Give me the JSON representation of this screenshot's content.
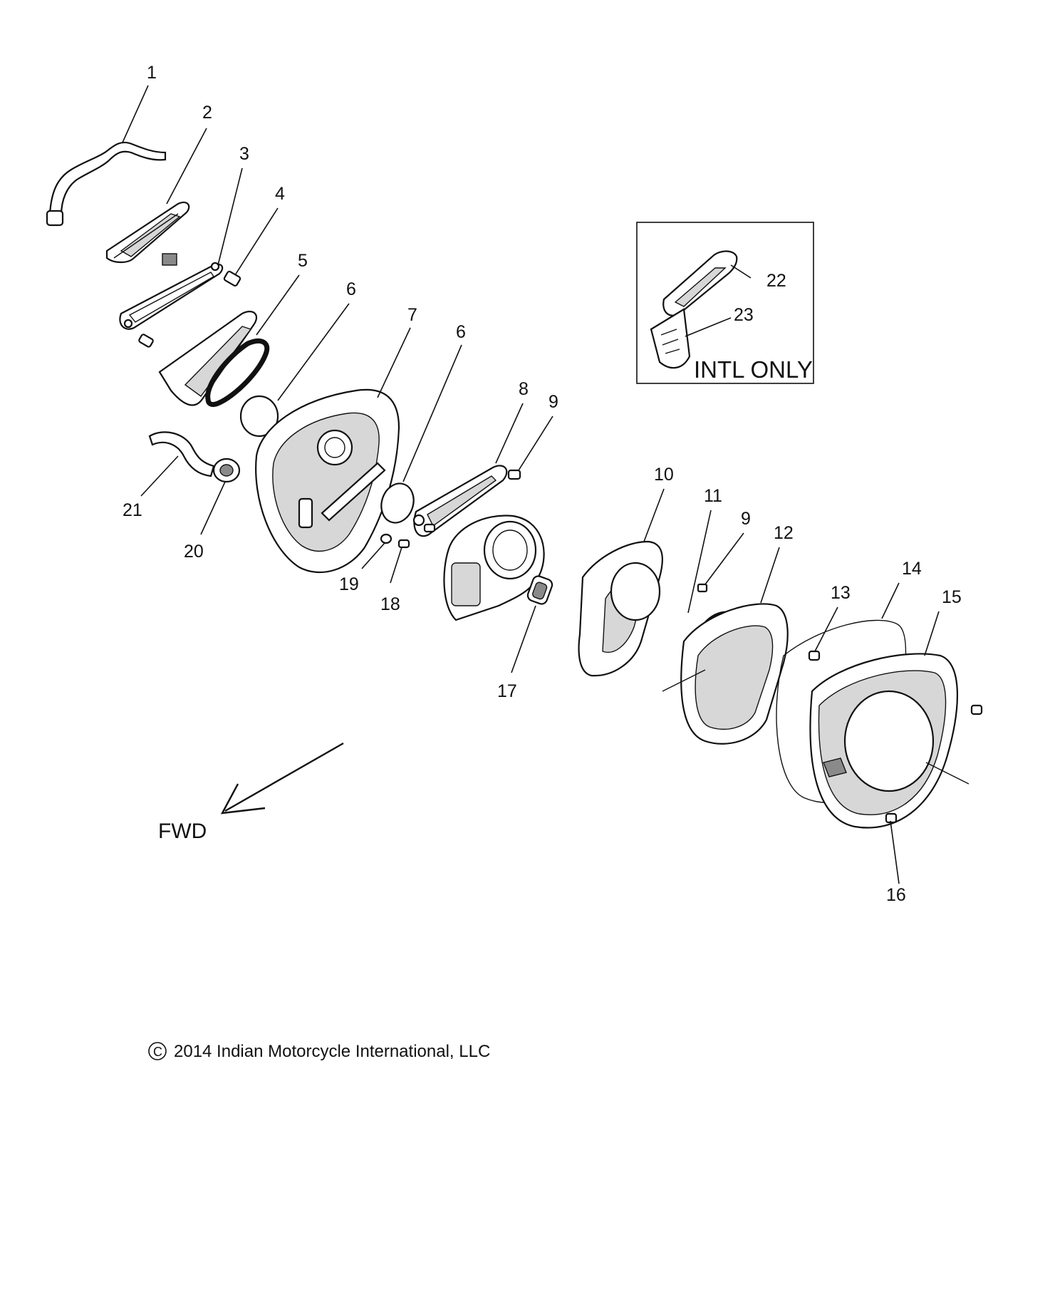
{
  "callouts": [
    {
      "id": "1",
      "text": "1"
    },
    {
      "id": "2",
      "text": "2"
    },
    {
      "id": "3",
      "text": "3"
    },
    {
      "id": "4",
      "text": "4"
    },
    {
      "id": "5",
      "text": "5"
    },
    {
      "id": "6a",
      "text": "6"
    },
    {
      "id": "6b",
      "text": "6"
    },
    {
      "id": "7",
      "text": "7"
    },
    {
      "id": "8",
      "text": "8"
    },
    {
      "id": "9a",
      "text": "9"
    },
    {
      "id": "9b",
      "text": "9"
    },
    {
      "id": "10",
      "text": "10"
    },
    {
      "id": "11",
      "text": "11"
    },
    {
      "id": "12",
      "text": "12"
    },
    {
      "id": "13",
      "text": "13"
    },
    {
      "id": "14",
      "text": "14"
    },
    {
      "id": "15",
      "text": "15"
    },
    {
      "id": "16",
      "text": "16"
    },
    {
      "id": "17",
      "text": "17"
    },
    {
      "id": "18",
      "text": "18"
    },
    {
      "id": "19",
      "text": "19"
    },
    {
      "id": "20",
      "text": "20"
    },
    {
      "id": "21",
      "text": "21"
    },
    {
      "id": "22",
      "text": "22"
    },
    {
      "id": "23",
      "text": "23"
    }
  ],
  "inset": {
    "label": "INTL ONLY"
  },
  "direction": {
    "label": "FWD"
  },
  "footer": {
    "copyright": "2014 Indian Motorcycle International, LLC",
    "copyright_symbol": "C"
  }
}
